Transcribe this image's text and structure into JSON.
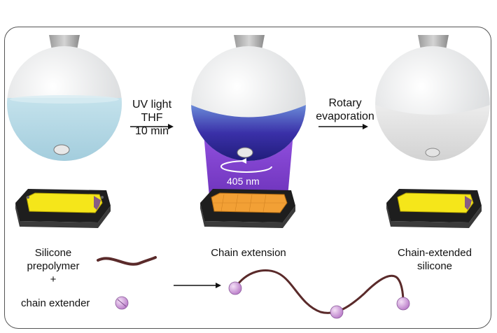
{
  "step1": {
    "line1": "UV light",
    "line2": "THF",
    "line3": "10 min"
  },
  "step2": {
    "line1": "Rotary",
    "line2": "evaporation"
  },
  "wavelength": "405 nm",
  "bottom": {
    "left": {
      "line1": "Silicone",
      "line2": "prepolymer",
      "line3": "+",
      "line4": "chain extender"
    },
    "middle": "Chain extension",
    "right": {
      "line1": "Chain-extended",
      "line2": "silicone"
    }
  },
  "colors": {
    "solution": "#a8d0e0",
    "purple": "#7a3ad0",
    "led_yellow": "#f5e61a",
    "led_orange": "#f2a035",
    "chain": "#5a2a2a",
    "bead": "#d8a8e0"
  }
}
